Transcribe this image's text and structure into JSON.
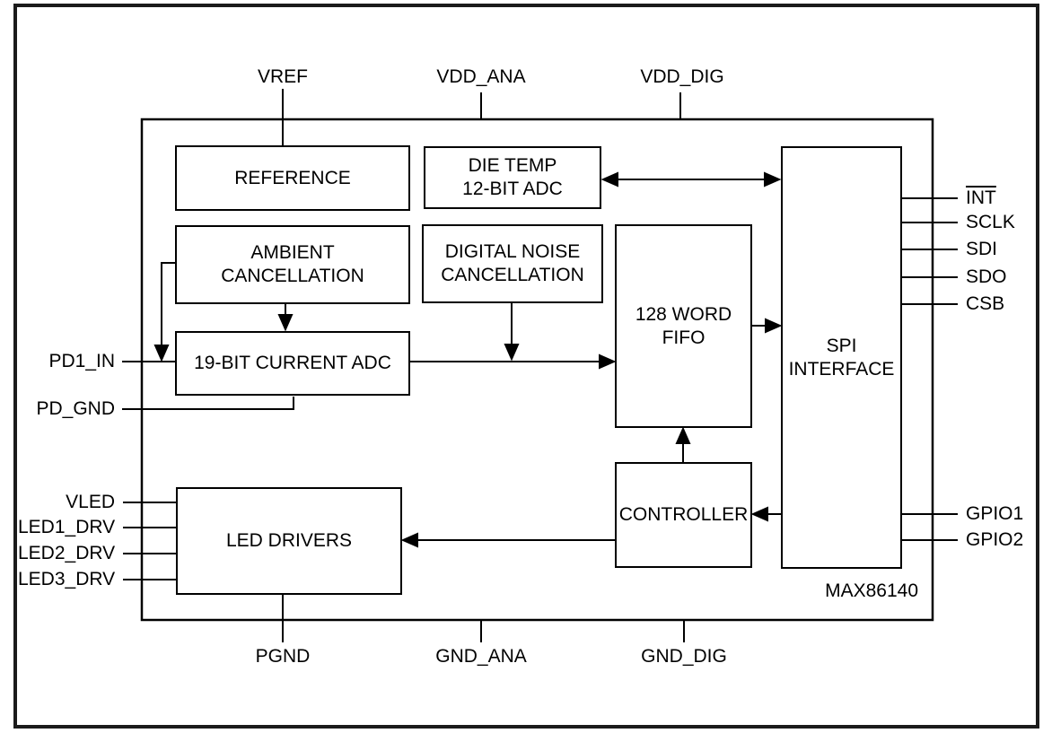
{
  "part_number": "MAX86140",
  "blocks": {
    "reference": "REFERENCE",
    "die_temp_adc": "DIE TEMP\n12-BIT ADC",
    "ambient_cancellation": "AMBIENT CANCELLATION",
    "digital_noise_cancellation": "DIGITAL NOISE\nCANCELLATION",
    "current_adc": "19-BIT CURRENT ADC",
    "fifo": "128 WORD\nFIFO",
    "spi_interface": "SPI\nINTERFACE",
    "controller": "CONTROLLER",
    "led_drivers": "LED DRIVERS"
  },
  "pins": {
    "top": [
      {
        "label": "VREF"
      },
      {
        "label": "VDD_ANA"
      },
      {
        "label": "VDD_DIG"
      }
    ],
    "bottom": [
      {
        "label": "PGND"
      },
      {
        "label": "GND_ANA"
      },
      {
        "label": "GND_DIG"
      }
    ],
    "left": [
      {
        "label": "PD1_IN"
      },
      {
        "label": "PD_GND"
      },
      {
        "label": "VLED"
      },
      {
        "label": "LED1_DRV"
      },
      {
        "label": "LED2_DRV"
      },
      {
        "label": "LED3_DRV"
      }
    ],
    "right": [
      {
        "label": "INT",
        "overline": true
      },
      {
        "label": "SCLK"
      },
      {
        "label": "SDI"
      },
      {
        "label": "SDO"
      },
      {
        "label": "CSB"
      },
      {
        "label": "GPIO1"
      },
      {
        "label": "GPIO2"
      }
    ]
  },
  "colors": {
    "line": "#000000",
    "background": "#ffffff"
  }
}
